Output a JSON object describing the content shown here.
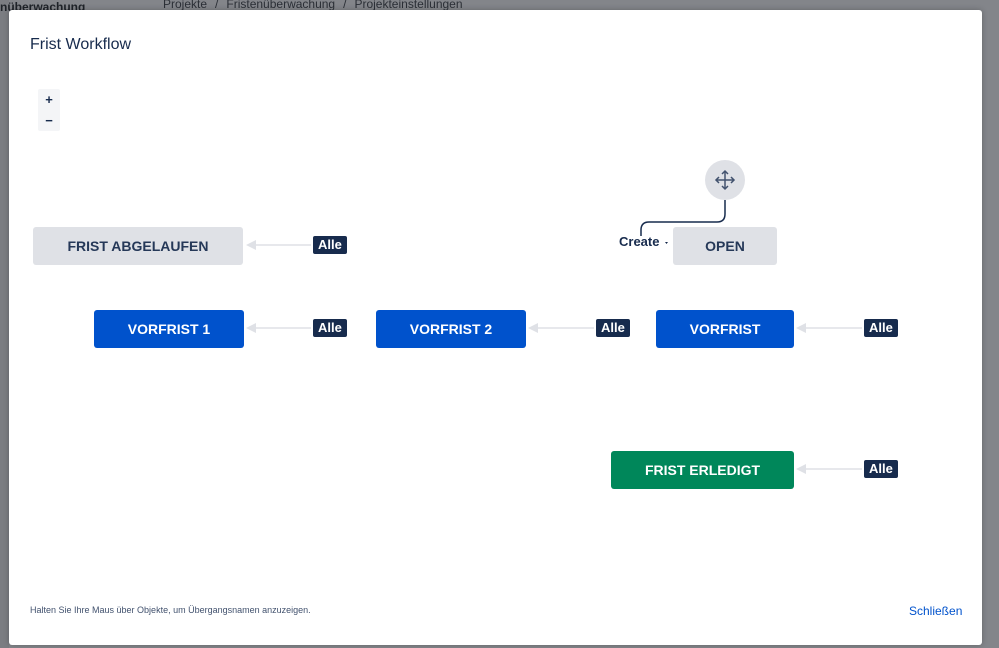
{
  "background": {
    "sidebar_title": "nüberwachung",
    "breadcrumb": [
      "Projekte",
      "Fristenüberwachung",
      "Projekteinstellungen"
    ]
  },
  "modal": {
    "title": "Frist Workflow",
    "zoom_in": "+",
    "zoom_out": "−",
    "footer_hint": "Halten Sie Ihre Maus über Objekte, um Übergangsnamen anzuzeigen.",
    "close": "Schließen"
  },
  "workflow": {
    "create_label": "Create",
    "statuses": {
      "frist_abgelaufen": "FRIST ABGELAUFEN",
      "open": "OPEN",
      "vorfrist_1": "VORFRIST 1",
      "vorfrist_2": "VORFRIST 2",
      "vorfrist": "VORFRIST",
      "frist_erledigt": "FRIST ERLEDIGT"
    },
    "all_transition_label": "Alle"
  },
  "colors": {
    "grey_status": "#dfe1e6",
    "blue_status": "#0052cc",
    "green_status": "#00875a",
    "badge": "#172b4d"
  }
}
